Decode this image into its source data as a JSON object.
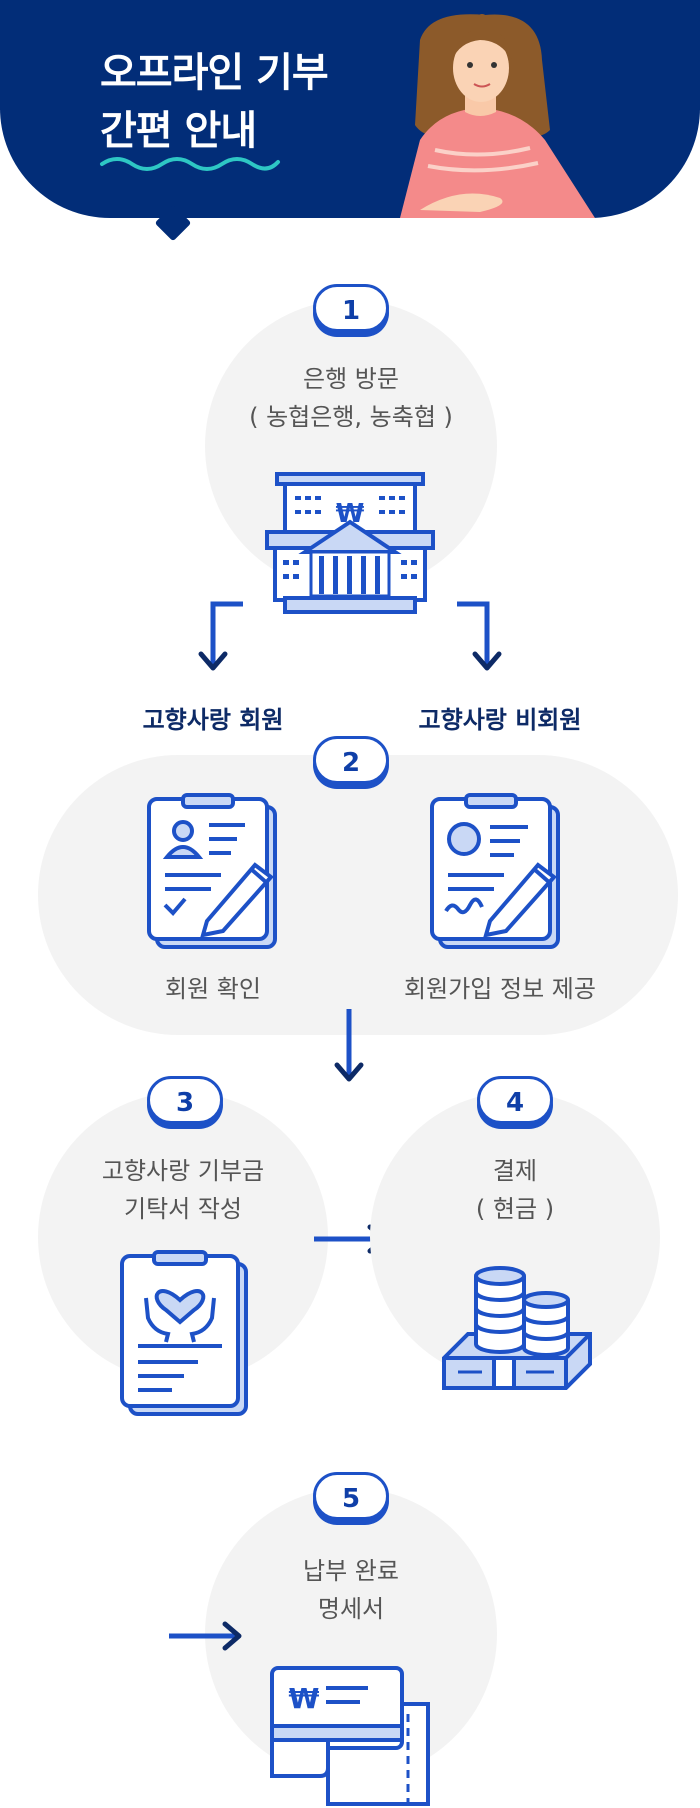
{
  "header": {
    "title_line1": "오프라인 기부",
    "title_line2": "간편 안내"
  },
  "steps": [
    {
      "number": "1",
      "line1": "은행 방문",
      "line2": "( 농협은행, 농축협 )"
    },
    {
      "number": "2",
      "member_label": "고향사랑 회원",
      "nonmember_label": "고향사랑 비회원",
      "member_action": "회원 확인",
      "nonmember_action": "회원가입 정보 제공"
    },
    {
      "number": "3",
      "line1": "고향사랑 기부금",
      "line2": "기탁서 작성"
    },
    {
      "number": "4",
      "line1": "결제",
      "line2": "( 현금 )"
    },
    {
      "number": "5",
      "line1": "납부 완료",
      "line2": "명세서"
    }
  ],
  "icons": {
    "bank": "bank-building-icon",
    "member_form": "member-clipboard-icon",
    "signup_form": "signup-clipboard-icon",
    "donation_form": "donation-form-icon",
    "cash": "cash-stack-icon",
    "receipt": "receipt-icon"
  },
  "colors": {
    "navy": "#022d78",
    "blue": "#1d51c7",
    "light_blue": "#c9d8f5",
    "circle_bg": "#f3f3f3",
    "text_gray": "#555555"
  }
}
